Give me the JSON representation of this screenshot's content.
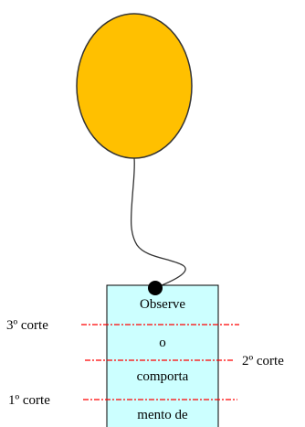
{
  "balloon": {
    "fill": "#FFC000",
    "stroke": "#333333"
  },
  "string_color": "#333333",
  "card": {
    "fill": "#CCFFFF",
    "lines": [
      "Observe",
      "o",
      "comporta",
      "mento de"
    ]
  },
  "cuts": {
    "color": "#FF0000",
    "first": "1º corte",
    "second": "2º corte",
    "third": "3º corte"
  }
}
